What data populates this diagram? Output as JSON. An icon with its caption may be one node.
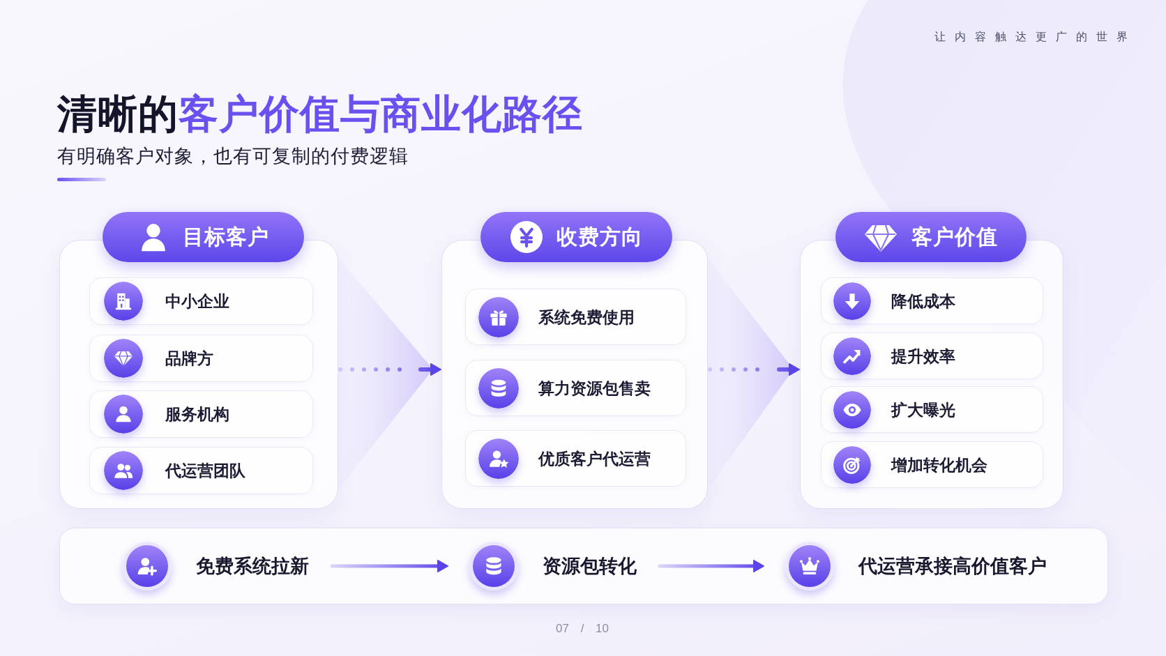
{
  "diagram": {
    "title": "清晰的**客户价值与商业化路径**",
    "nodes": [
      {
        "text": [
          "目标客户"
        ]
      },
      {
        "text": [
          "中小企业"
        ],
        "in": 0
      },
      {
        "text": [
          "品牌方"
        ],
        "in": 0
      },
      {
        "text": [
          "服务机构"
        ],
        "in": 0
      },
      {
        "text": [
          "代运营团队"
        ],
        "in": 0
      },
      {
        "text": [
          "收费方向"
        ]
      },
      {
        "text": [
          "系统免费使用"
        ],
        "in": 5
      },
      {
        "text": [
          "算力资源包售卖"
        ],
        "in": 5
      },
      {
        "text": [
          "优质客户代运营"
        ],
        "in": 5
      },
      {
        "text": [
          "客户价值"
        ]
      },
      {
        "text": [
          "降低成本"
        ],
        "in": 9
      },
      {
        "text": [
          "提升效率"
        ],
        "in": 9
      },
      {
        "text": [
          "扩大曝光"
        ],
        "in": 9
      },
      {
        "text": [
          "增加转化机会"
        ],
        "in": 9
      },
      {
        "text": [],
        "shape": "box"
      },
      {
        "text": [
          "免费系统拉新"
        ],
        "in": 14
      },
      {
        "text": [
          "资源包转化"
        ],
        "in": 14
      },
      {
        "text": [
          "代运营承接高价值客户"
        ],
        "in": 14
      }
    ],
    "edges": [
      {
        "from": 0,
        "to": 5,
        "arrow": "to",
        "style": "dashed"
      },
      {
        "from": 5,
        "to": 9,
        "arrow": "to",
        "style": "dashed"
      },
      {
        "from": 15,
        "to": 16,
        "arrow": "to"
      },
      {
        "from": 16,
        "to": 17,
        "arrow": "to"
      }
    ],
    "labels": [
      "让内容触达更广的世界",
      "有明确客户对象，也有可复制的付费逻辑",
      "07 / 10"
    ]
  }
}
